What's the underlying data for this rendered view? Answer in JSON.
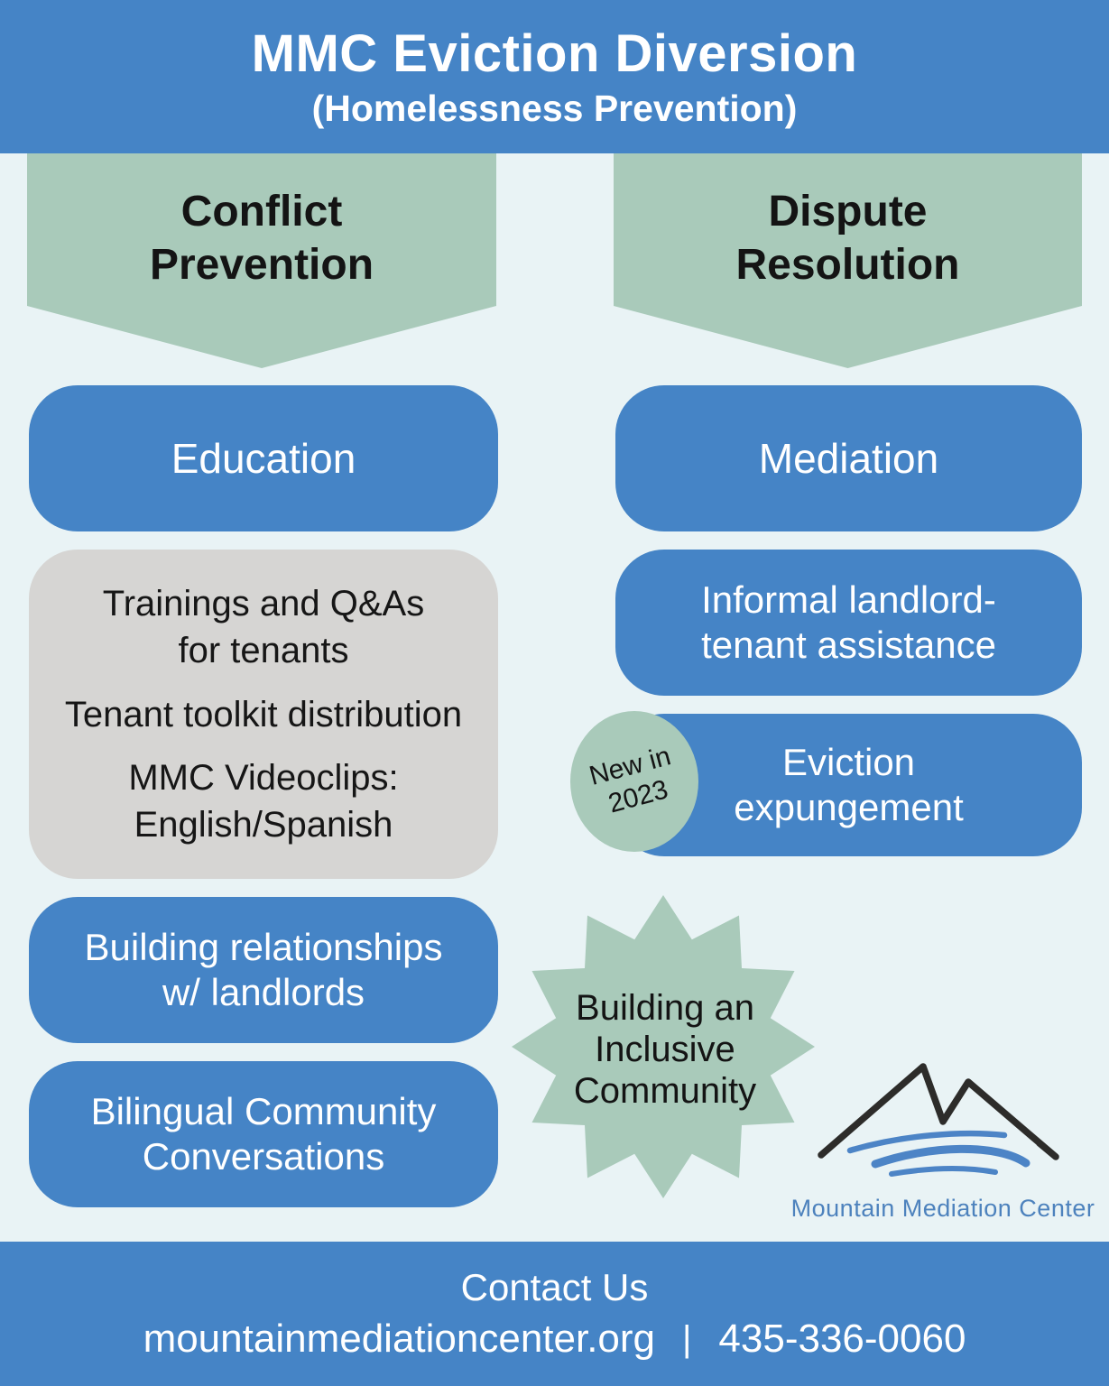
{
  "colors": {
    "blue": "#4584c6",
    "green": "#a9caba",
    "gray": "#d6d5d3",
    "background": "#e9f3f5",
    "logo_text_blue": "#4d82bd",
    "text_black": "#141414",
    "text_white": "#ffffff"
  },
  "header": {
    "title": "MMC Eviction Diversion",
    "subtitle": "(Homelessness Prevention)"
  },
  "left_column": {
    "banner": "Conflict\nPrevention",
    "education": "Education",
    "gray_items": [
      "Trainings and Q&As\nfor tenants",
      "Tenant toolkit distribution",
      "MMC Videoclips:\nEnglish/Spanish"
    ],
    "building": "Building relationships\nw/ landlords",
    "bilingual": "Bilingual Community\nConversations"
  },
  "right_column": {
    "banner": "Dispute\nResolution",
    "mediation": "Mediation",
    "informal": "Informal landlord-\ntenant assistance",
    "eviction": "Eviction\nexpungement",
    "badge": "New in\n2023"
  },
  "starburst": {
    "label": "Building an\nInclusive\nCommunity"
  },
  "logo": {
    "name": "Mountain Mediation Center"
  },
  "footer": {
    "title": "Contact Us",
    "website": "mountainmediationcenter.org",
    "separator": "|",
    "phone": "435-336-0060"
  }
}
